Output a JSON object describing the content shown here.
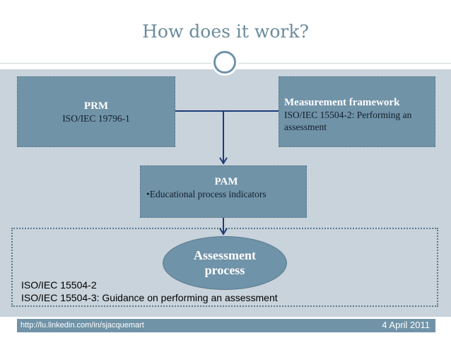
{
  "slide": {
    "title": "How does it work?",
    "prm": {
      "heading": "PRM",
      "standard": "ISO/IEC 19796-1"
    },
    "measurement_framework": {
      "heading": "Measurement framework",
      "line1": "ISO/IEC 15504-2: Performing an",
      "line2": "assessment"
    },
    "pam": {
      "heading": "PAM",
      "bullet": "•Educational process indicators"
    },
    "assessment": {
      "line1": "Assessment",
      "line2": "process"
    },
    "standards": [
      "ISO/IEC 15504-2",
      "ISO/IEC 15504-3: Guidance on performing an assessment"
    ],
    "footer": {
      "url": "http://lu.linkedin.com/in/sjacquemart",
      "date": "4 April 2011"
    }
  },
  "colors": {
    "title": "#6b8c9c",
    "box_fill": "#7193a8",
    "band": "#c8d3db",
    "connector": "#1f3a78"
  }
}
